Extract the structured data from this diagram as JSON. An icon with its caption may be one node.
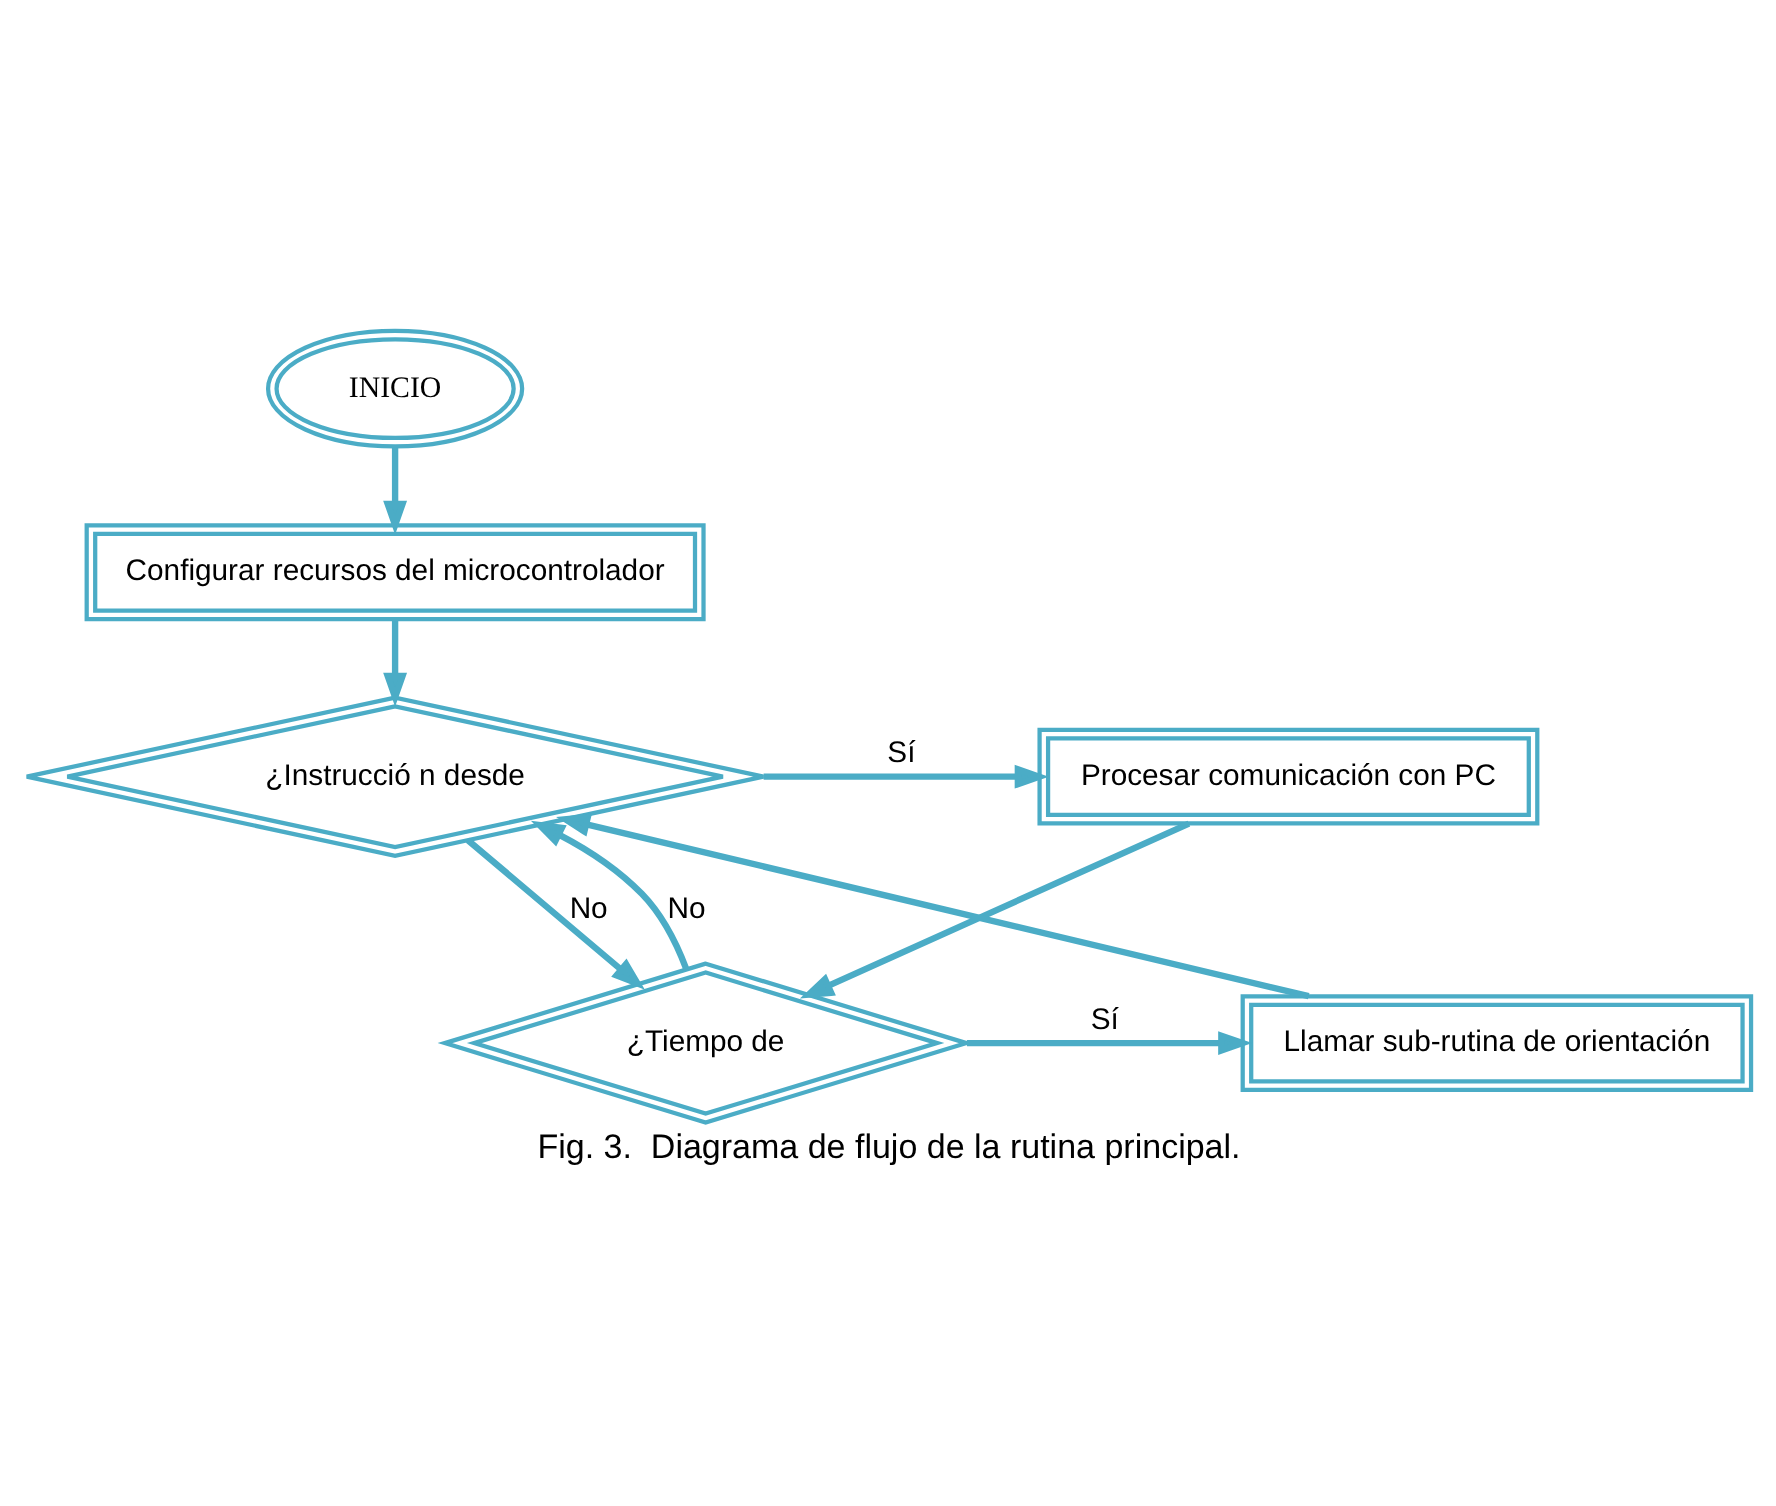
{
  "diagram": {
    "caption": "Fig. 3.  Diagrama de flujo de la rutina principal.",
    "nodes": [
      {
        "text": [
          "INICIO"
        ]
      },
      {
        "text": [
          "Configurar recursos del microcontrolador"
        ]
      },
      {
        "text": [
          "¿Instrucció n desde"
        ]
      },
      {
        "text": [
          "Procesar comunicación con PC"
        ]
      },
      {
        "text": [
          "¿Tiempo de"
        ]
      },
      {
        "text": [
          "Llamar sub-rutina de orientación"
        ]
      }
    ],
    "edges": [
      {
        "from": 0,
        "to": 1,
        "arrow": "to"
      },
      {
        "from": 1,
        "to": 2,
        "arrow": "to"
      },
      {
        "from": 2,
        "to": 3,
        "arrow": "to",
        "label": "Sí"
      },
      {
        "from": 2,
        "to": 4,
        "arrow": "to",
        "label": "No"
      },
      {
        "from": 3,
        "to": 4,
        "arrow": "to"
      },
      {
        "from": 4,
        "to": 5,
        "arrow": "to",
        "label": "Sí"
      },
      {
        "from": 4,
        "to": 2,
        "arrow": "to",
        "label": "No"
      },
      {
        "from": 5,
        "to": 2,
        "arrow": "to"
      }
    ]
  }
}
